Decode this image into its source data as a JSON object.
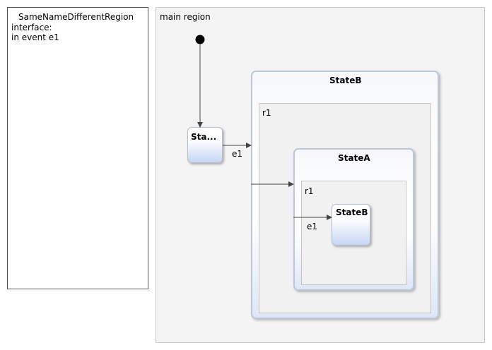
{
  "definition": {
    "title": "SameNameDifferentRegion",
    "line1": "interface:",
    "line2": "in event e1"
  },
  "main_region": {
    "label": "main region"
  },
  "states": {
    "state_a_outer_truncated": "Sta...",
    "state_b_outer": "StateB",
    "state_b_outer_region": "r1",
    "state_a_inner": "StateA",
    "state_a_inner_region": "r1",
    "state_b_inner": "StateB"
  },
  "transitions": {
    "outer_event": "e1",
    "inner_event": "e1"
  }
}
